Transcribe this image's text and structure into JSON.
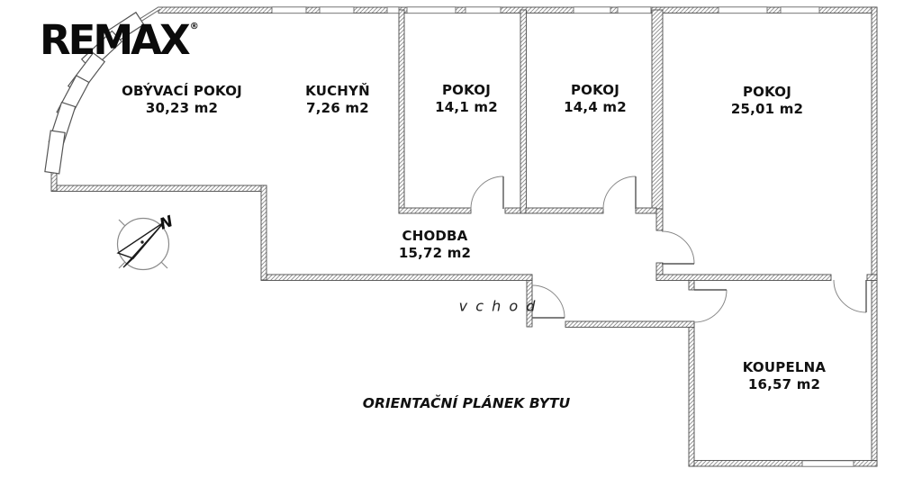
{
  "logo": {
    "text": "REMAX",
    "registered_mark": "®"
  },
  "compass": {
    "north_label": "N"
  },
  "rooms": [
    {
      "id": "obyvaci-pokoj",
      "name": "OBÝVACÍ POKOJ",
      "area": "30,23 m2"
    },
    {
      "id": "kuchyn",
      "name": "KUCHYŇ",
      "area": "7,26 m2"
    },
    {
      "id": "pokoj-1",
      "name": "POKOJ",
      "area": "14,1 m2"
    },
    {
      "id": "pokoj-2",
      "name": "POKOJ",
      "area": "14,4 m2"
    },
    {
      "id": "pokoj-3",
      "name": "POKOJ",
      "area": "25,01 m2"
    },
    {
      "id": "chodba",
      "name": "CHODBA",
      "area": "15,72 m2"
    },
    {
      "id": "koupelna",
      "name": "KOUPELNA",
      "area": "16,57 m2"
    }
  ],
  "labels": {
    "entrance": "v c h o d",
    "caption": "ORIENTAČNÍ PLÁNEK BYTU"
  },
  "colors": {
    "line": "#4d4d4d",
    "hatch": "#8b8b8b",
    "text": "#111111",
    "background": "#ffffff"
  }
}
